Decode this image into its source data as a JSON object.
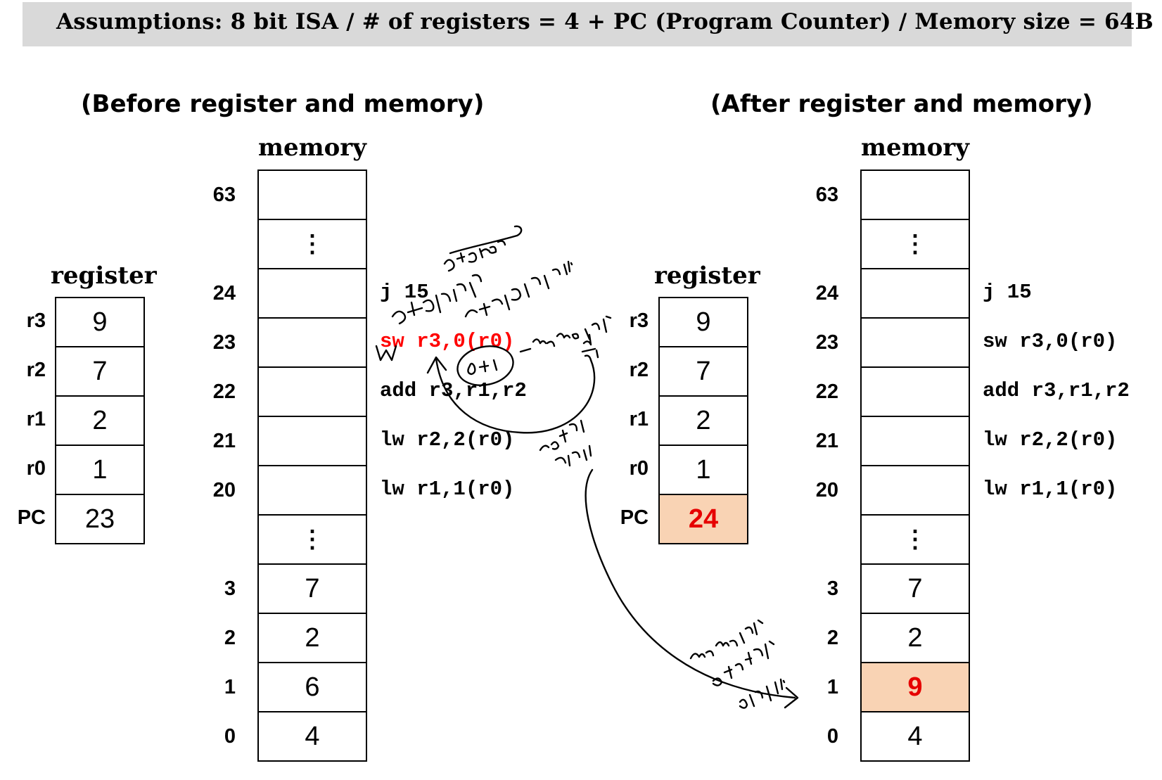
{
  "banner": {
    "text": "Assumptions: 8 bit ISA / # of registers = 4 + PC (Program Counter) / Memory size = 64B"
  },
  "before": {
    "title": "(Before register and memory)",
    "register_heading": "register",
    "memory_heading": "memory",
    "registers": [
      {
        "name": "r3",
        "value": "9"
      },
      {
        "name": "r2",
        "value": "7"
      },
      {
        "name": "r1",
        "value": "2"
      },
      {
        "name": "r0",
        "value": "1"
      },
      {
        "name": "PC",
        "value": "23"
      }
    ],
    "memory": [
      {
        "addr": "63",
        "value": ""
      },
      {
        "addr": "",
        "value": "⋮"
      },
      {
        "addr": "24",
        "value": "",
        "instr": "j 15"
      },
      {
        "addr": "23",
        "value": "",
        "instr": "sw r3,0(r0)",
        "current": true
      },
      {
        "addr": "22",
        "value": "",
        "instr": "add r3,r1,r2"
      },
      {
        "addr": "21",
        "value": "",
        "instr": "lw r2,2(r0)"
      },
      {
        "addr": "20",
        "value": "",
        "instr": "lw r1,1(r0)"
      },
      {
        "addr": "",
        "value": "⋮"
      },
      {
        "addr": "3",
        "value": "7"
      },
      {
        "addr": "2",
        "value": "2"
      },
      {
        "addr": "1",
        "value": "6"
      },
      {
        "addr": "0",
        "value": "4"
      }
    ]
  },
  "after": {
    "title": "(After register and memory)",
    "register_heading": "register",
    "memory_heading": "memory",
    "registers": [
      {
        "name": "r3",
        "value": "9"
      },
      {
        "name": "r2",
        "value": "7"
      },
      {
        "name": "r1",
        "value": "2"
      },
      {
        "name": "r0",
        "value": "1"
      },
      {
        "name": "PC",
        "value": "24",
        "changed": true
      }
    ],
    "memory": [
      {
        "addr": "63",
        "value": ""
      },
      {
        "addr": "",
        "value": "⋮"
      },
      {
        "addr": "24",
        "value": "",
        "instr": "j 15"
      },
      {
        "addr": "23",
        "value": "",
        "instr": "sw r3,0(r0)"
      },
      {
        "addr": "22",
        "value": "",
        "instr": "add r3,r1,r2"
      },
      {
        "addr": "21",
        "value": "",
        "instr": "lw r2,2(r0)"
      },
      {
        "addr": "20",
        "value": "",
        "instr": "lw r1,1(r0)"
      },
      {
        "addr": "",
        "value": "⋮"
      },
      {
        "addr": "3",
        "value": "7"
      },
      {
        "addr": "2",
        "value": "2"
      },
      {
        "addr": "1",
        "value": "9",
        "changed": true
      },
      {
        "addr": "0",
        "value": "4"
      }
    ]
  },
  "handwritten_notes": [
    "store는 연산의 결과를 메모리에 저장해야!",
    "0+1",
    "memory에 맞는 메모리",
    "r3가 해당 주소",
    "memory의 state가 바뀜!"
  ],
  "colors": {
    "banner_bg": "#d9d9d9",
    "highlight_bg": "#f9d3b4",
    "changed_text": "#e60000",
    "current_instr": "#ff0000"
  }
}
